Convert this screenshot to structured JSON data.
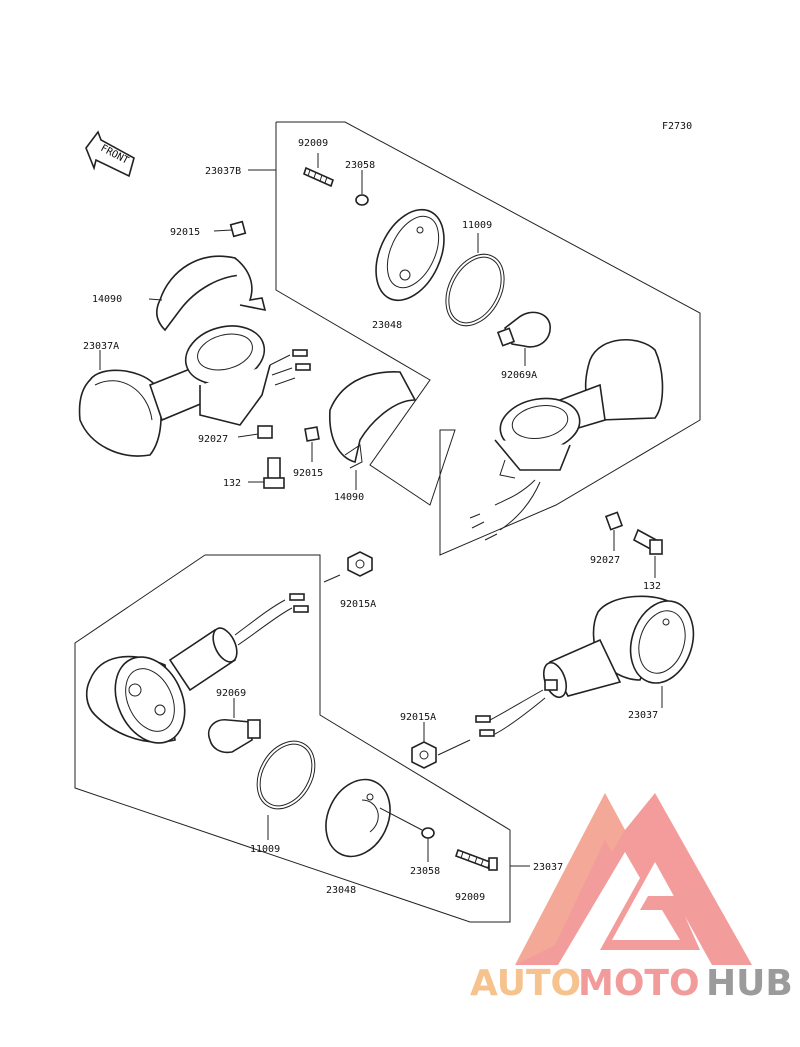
{
  "figure_code": "F2730",
  "front_label": "FRONT",
  "watermark": {
    "auto": "AUTO",
    "moto": "MOTO",
    "hub": "HUB",
    "colors": {
      "auto": "#f5b87a",
      "moto": "#f08a8a",
      "hub": "#8a8a8a",
      "logo": "#f28b8b"
    }
  },
  "labels": {
    "p92009_top": "92009",
    "p23037b": "23037B",
    "p23058_top": "23058",
    "p11009_top": "11009",
    "p92015_top": "92015",
    "p14090_left": "14090",
    "p23048_top": "23048",
    "p23037a": "23037A",
    "p92069a": "92069A",
    "p92027_left": "92027",
    "p132_left": "132",
    "p92015_mid": "92015",
    "p14090_mid": "14090",
    "p92027_right": "92027",
    "p132_right": "132",
    "p92015a_top": "92015A",
    "p23037": "23037",
    "p92069": "92069",
    "p92015a_mid": "92015A",
    "p11009_bot": "11009",
    "p23048_bot": "23048",
    "p23058_bot": "23058",
    "p92009_bot": "92009",
    "p23037_bot": "23037"
  }
}
